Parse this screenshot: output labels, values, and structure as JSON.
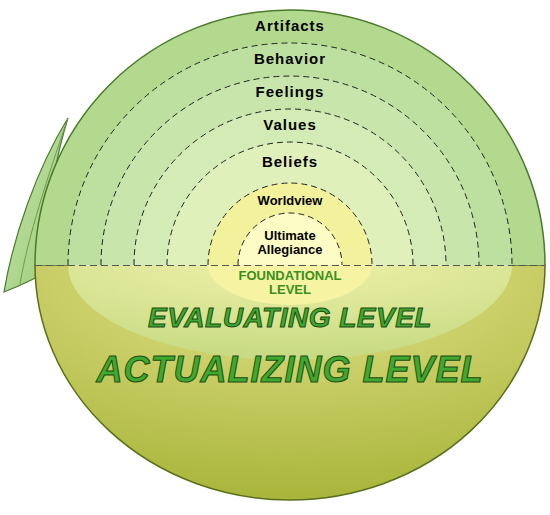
{
  "diagram": {
    "nodes": [
      {
        "text": [
          "Artifacts"
        ]
      },
      {
        "text": [
          "Behavior"
        ],
        "in": 0
      },
      {
        "text": [
          "Feelings"
        ],
        "in": 1
      },
      {
        "text": [
          "Values"
        ],
        "in": 2
      },
      {
        "text": [
          "Beliefs"
        ],
        "in": 3
      },
      {
        "text": [
          "Worldview"
        ],
        "in": 4
      },
      {
        "text": [
          "Ultimate Allegiance"
        ],
        "in": 5
      }
    ],
    "labels": [
      "FOUNDATIONAL LEVEL",
      "EVALUATING LEVEL",
      "ACTUALIZING LEVEL"
    ]
  }
}
